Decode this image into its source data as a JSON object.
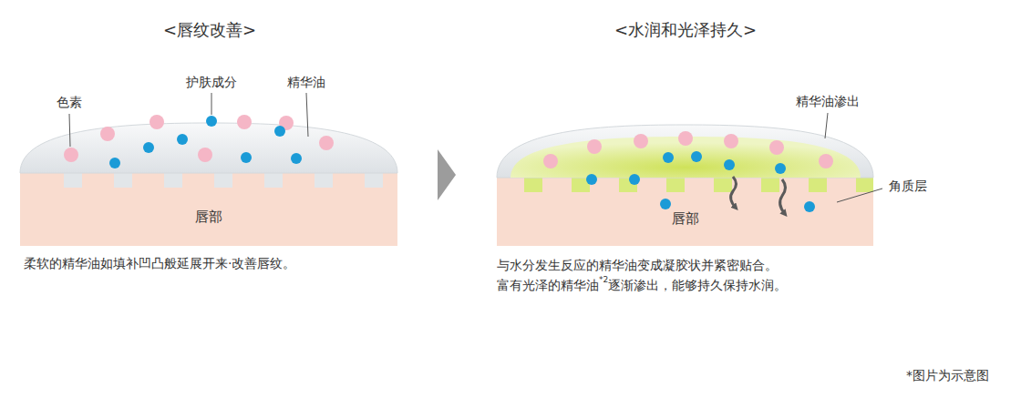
{
  "diagram": {
    "nodes": [
      {
        "text": [
          "唇部"
        ]
      },
      {
        "text": [
          "唇部"
        ]
      }
    ],
    "labels": [
      "<唇纹改善>",
      "<水润和光泽持久>",
      "色素",
      "护肤成分",
      "精华油",
      "精华油渗出",
      "角质层",
      "柔软的精华油如填补凹凸般延展开来·改善唇纹。",
      "与水分发生反应的精华油变成凝胶状并紧密贴合。",
      "富有光泽的精华油",
      "*2",
      "逐渐渗出，能够持久保持水润。",
      "*图片为示意图"
    ]
  }
}
